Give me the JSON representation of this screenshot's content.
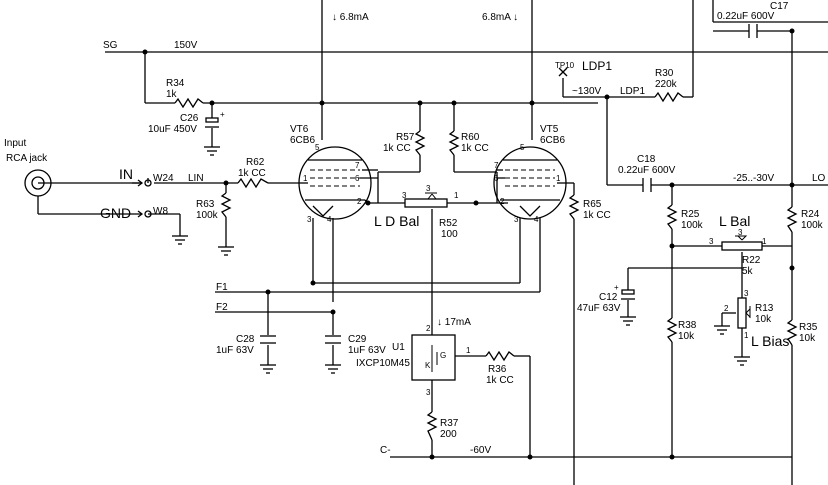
{
  "nets": {
    "sg": "SG",
    "v150": "150V",
    "in": "IN",
    "w24": "W24",
    "lin": "LIN",
    "gnd": "GND",
    "w8": "W8",
    "f1": "F1",
    "f2": "F2",
    "cminus": "C-",
    "v60": "-60V",
    "v130": "~130V",
    "ldp1": "LDP1",
    "tp10": "TP10",
    "tp_label": "LDP1",
    "vneg": "-25..-30V",
    "lo": "LO",
    "i_vt6": "↓ 6.8mA",
    "i_vt5": "6.8mA ↓",
    "i_u1": "↓ 17mA"
  },
  "input": {
    "line1": "Input",
    "line2": "RCA jack"
  },
  "labels": {
    "ld_bal": "L D Bal",
    "l_bal": "L Bal",
    "l_bias": "L Bias"
  },
  "parts": {
    "r34": {
      "ref": "R34",
      "val": "1k"
    },
    "c26": {
      "ref": "C26",
      "val": "10uF 450V"
    },
    "vt6": {
      "ref": "VT6",
      "val": "6CB6"
    },
    "vt5": {
      "ref": "VT5",
      "val": "6CB6"
    },
    "r57": {
      "ref": "R57",
      "val": "1k CC"
    },
    "r60": {
      "ref": "R60",
      "val": "1k CC"
    },
    "r62": {
      "ref": "R62",
      "val": "1k CC"
    },
    "r63": {
      "ref": "R63",
      "val": "100k"
    },
    "r52": {
      "ref": "R52",
      "val": "100"
    },
    "r65": {
      "ref": "R65",
      "val": "1k CC"
    },
    "r30": {
      "ref": "R30",
      "val": "220k"
    },
    "c17": {
      "ref": "C17",
      "val": "0.22uF 600V"
    },
    "c18": {
      "ref": "C18",
      "val": "0.22uF 600V"
    },
    "r25": {
      "ref": "R25",
      "val": "100k"
    },
    "r24": {
      "ref": "R24",
      "val": "100k"
    },
    "r22": {
      "ref": "R22",
      "val": "5k"
    },
    "r13": {
      "ref": "R13",
      "val": "10k"
    },
    "c12": {
      "ref": "C12",
      "val": "47uF 63V"
    },
    "r38": {
      "ref": "R38",
      "val": "10k"
    },
    "r35": {
      "ref": "R35",
      "val": "10k"
    },
    "c28": {
      "ref": "C28",
      "val": "1uF 63V"
    },
    "c29": {
      "ref": "C29",
      "val": "1uF 63V"
    },
    "u1": {
      "ref": "U1",
      "val": "IXCP10M45"
    },
    "r36": {
      "ref": "R36",
      "val": "1k CC"
    },
    "r37": {
      "ref": "R37",
      "val": "200"
    }
  },
  "pins": {
    "p1": "1",
    "p2": "2",
    "p3": "3",
    "p4": "4",
    "p5": "5",
    "p6": "6",
    "p7": "7",
    "k": "K",
    "g": "G"
  }
}
